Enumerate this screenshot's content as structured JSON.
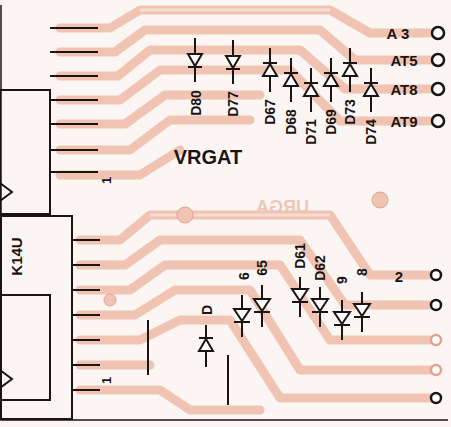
{
  "diagram": {
    "labels": [
      "A 3",
      "AT5",
      "AT8",
      "AT9",
      "D80",
      "D77",
      "D67",
      "D68",
      "D71",
      "D69",
      "D73",
      "D74",
      "VRGAT",
      "1",
      "URGA",
      "K14U",
      "6",
      "65",
      "D61",
      "D62",
      "9",
      "8",
      "D",
      "2",
      "1"
    ]
  }
}
